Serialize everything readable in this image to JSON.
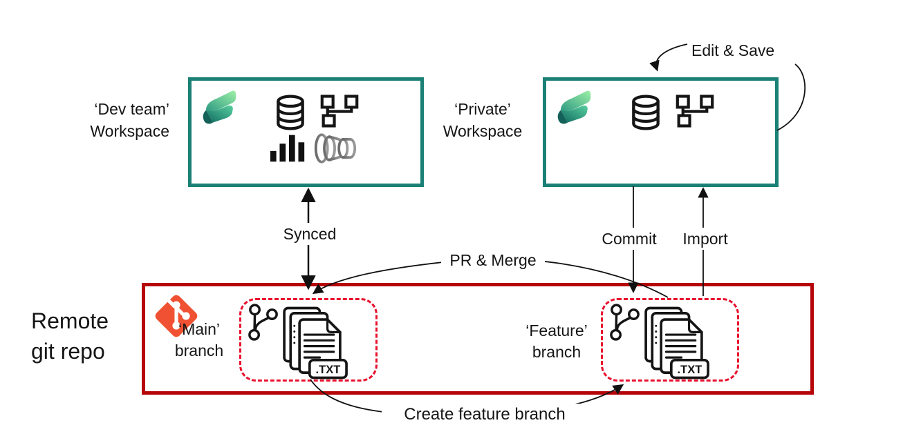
{
  "diagram": {
    "title_hint": "Fabric workspaces and remote git repo workflow"
  },
  "workspaces": {
    "dev": {
      "label_line1": "‘Dev team’",
      "label_line2": "Workspace"
    },
    "private": {
      "label_line1": "‘Private’",
      "label_line2": "Workspace"
    }
  },
  "repo": {
    "label_line1": "Remote",
    "label_line2": "git repo",
    "main_branch": {
      "label_line1": "‘Main’",
      "label_line2": "branch",
      "file_badge": ".TXT"
    },
    "feature_branch": {
      "label_line1": "‘Feature’",
      "label_line2": "branch",
      "file_badge": ".TXT"
    }
  },
  "arrows": {
    "edit_save": "Edit & Save",
    "synced": "Synced",
    "commit": "Commit",
    "import": "Import",
    "pr_merge": "PR & Merge",
    "create_feature": "Create feature branch"
  },
  "icons": {
    "fabric_logo": "microsoft-fabric-logo",
    "database": "database-cylinder",
    "semantic_model": "flowchart-hierarchy",
    "bar_chart": "bar-chart-report",
    "pipeline": "pipeline-coupling",
    "git_logo": "git-diamond-logo",
    "commit_graph": "git-commit-graph",
    "text_files": "stacked-text-files"
  },
  "colors": {
    "workspace_border": "#1b8076",
    "repo_border": "#b60508",
    "branch_dashed": "#e8112d",
    "git_orange": "#f05133",
    "icon_black": "#151515",
    "pipeline_gray": "#7d7d7d"
  }
}
